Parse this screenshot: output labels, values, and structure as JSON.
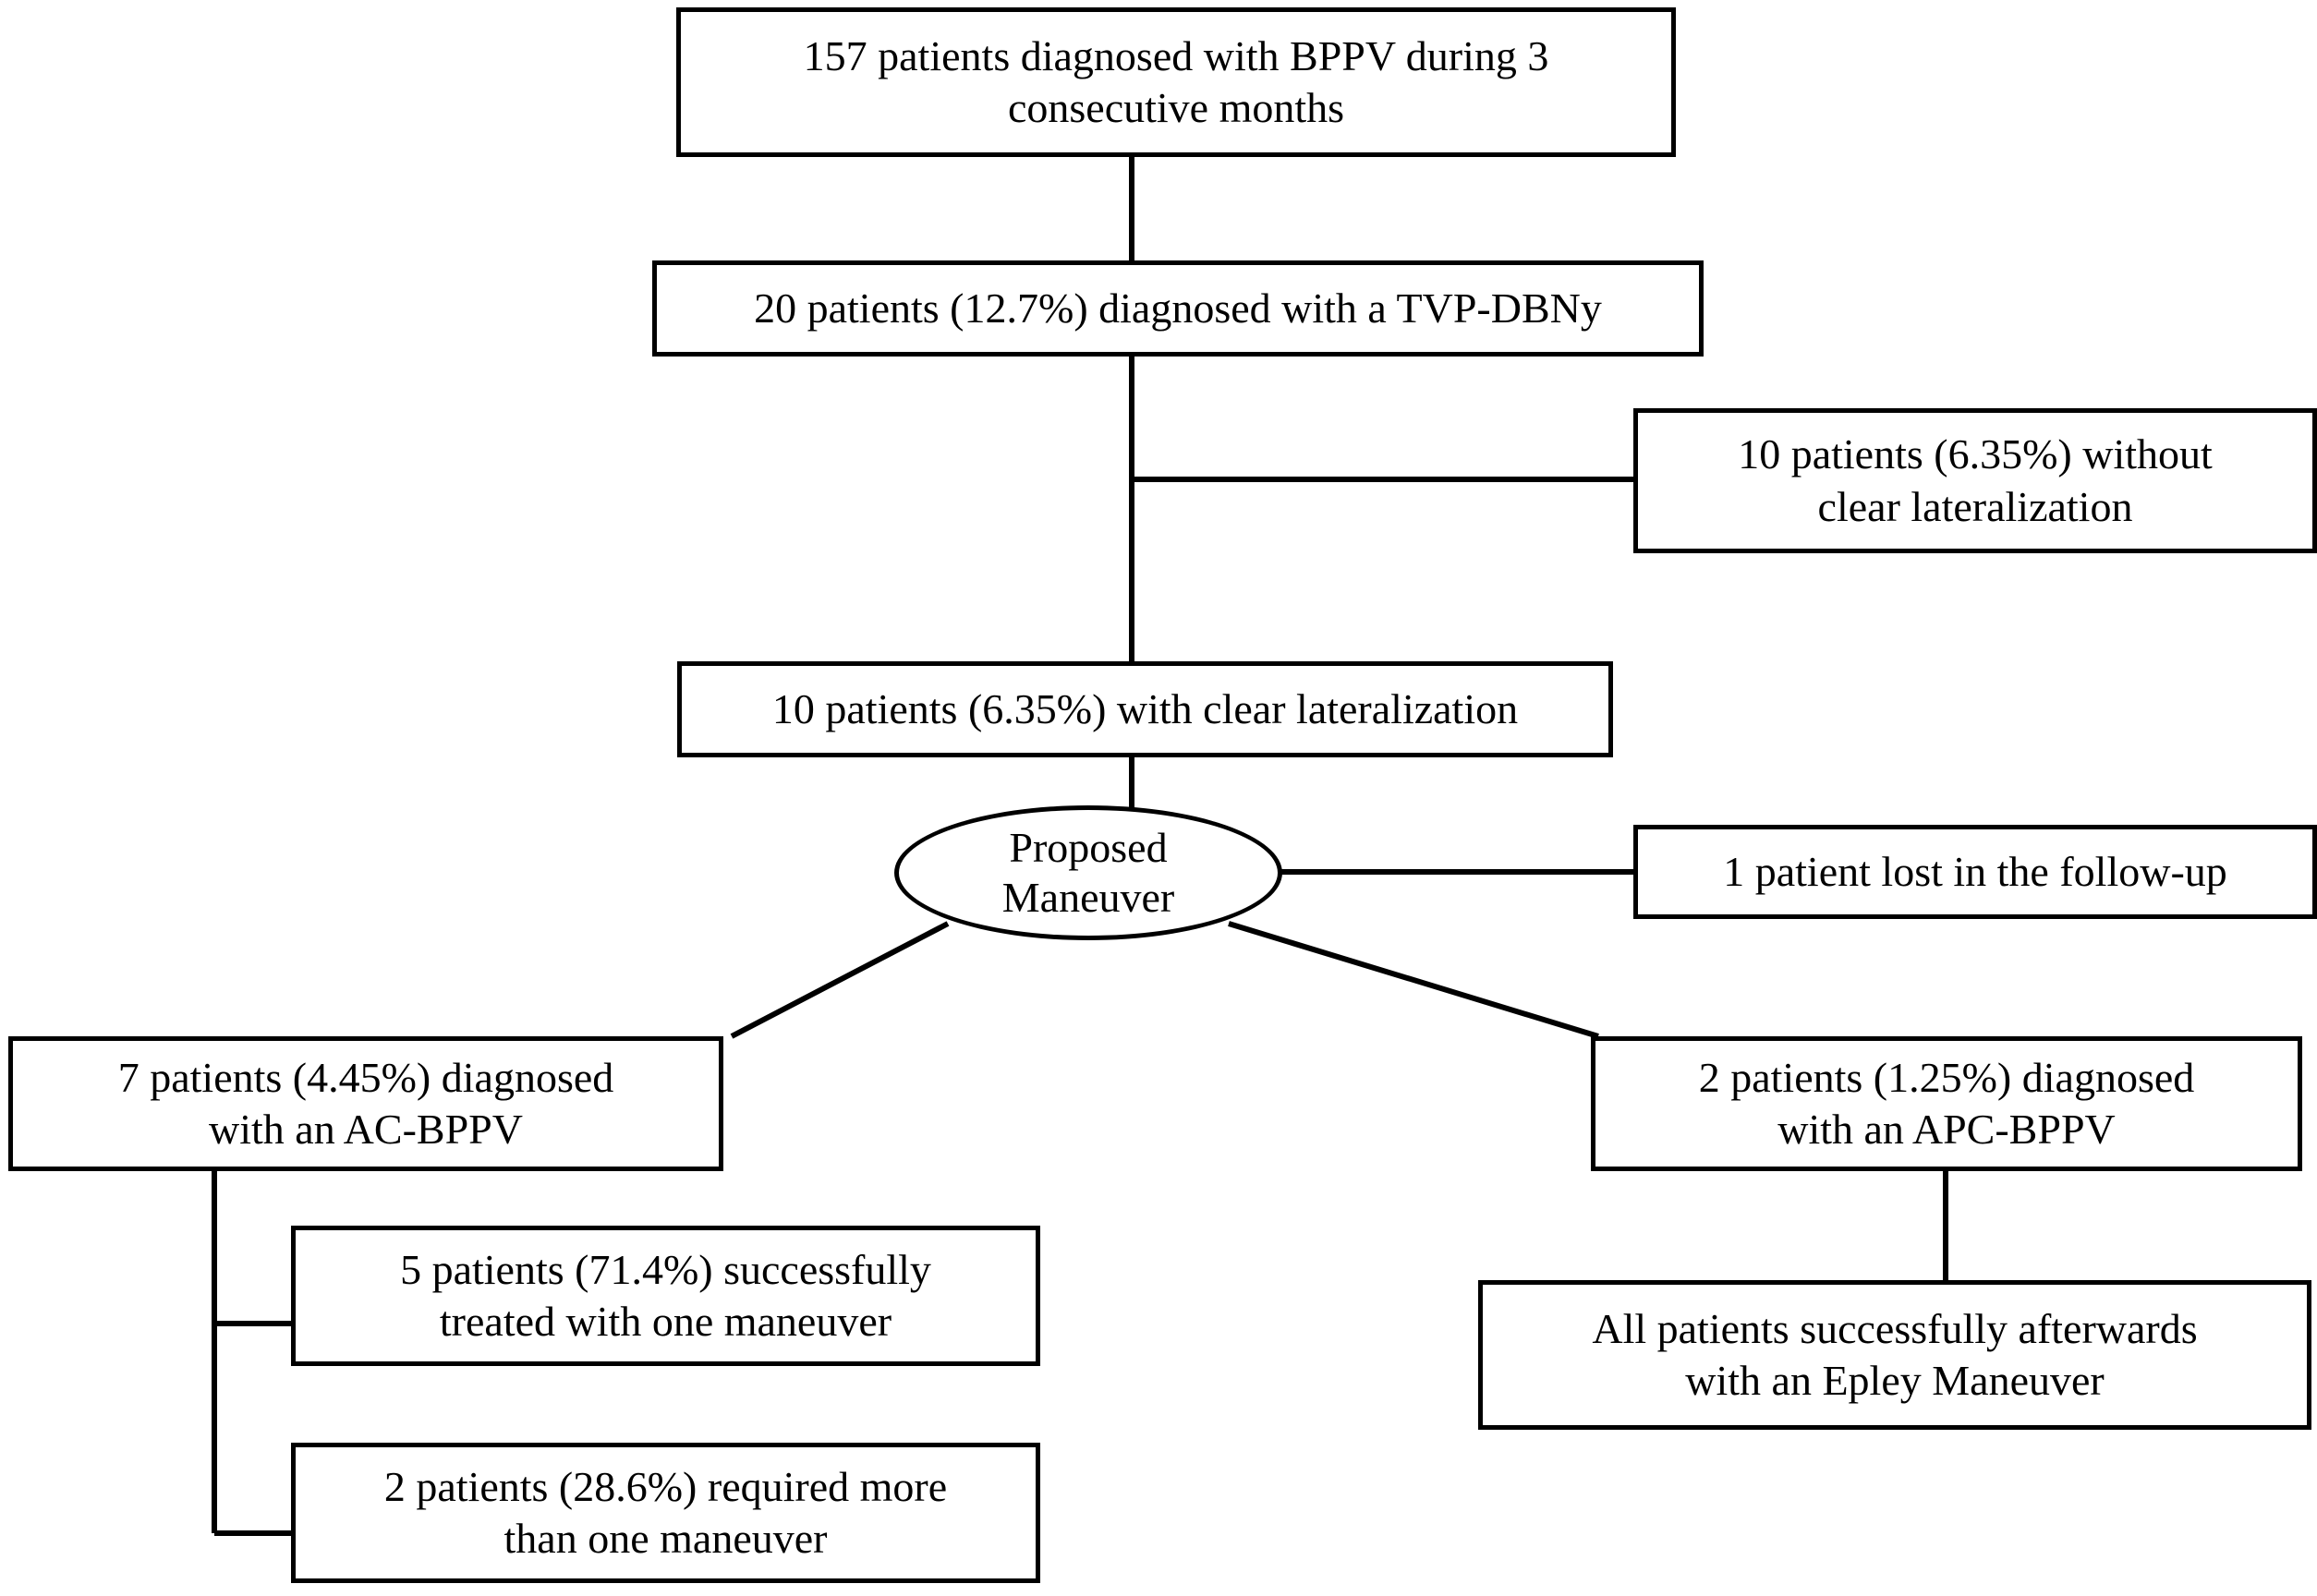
{
  "chart_data": {
    "type": "diagram",
    "title": "BPPV patient flow diagram",
    "nodes": [
      {
        "id": "n1",
        "shape": "rectangle",
        "text": "157 patients diagnosed with BPPV during 3 consecutive months",
        "count": 157,
        "percent": null
      },
      {
        "id": "n2",
        "shape": "rectangle",
        "text": "20 patients (12.7%) diagnosed with a TVP-DBNy",
        "count": 20,
        "percent": 12.7
      },
      {
        "id": "n3",
        "shape": "rectangle",
        "text": "10 patients (6.35%)  without clear lateralization",
        "count": 10,
        "percent": 6.35
      },
      {
        "id": "n4",
        "shape": "rectangle",
        "text": "10 patients (6.35%) with clear lateralization",
        "count": 10,
        "percent": 6.35
      },
      {
        "id": "n5",
        "shape": "ellipse",
        "text": "Proposed Maneuver",
        "count": null,
        "percent": null
      },
      {
        "id": "n6",
        "shape": "rectangle",
        "text": "1 patient lost in the follow-up",
        "count": 1,
        "percent": null
      },
      {
        "id": "n7",
        "shape": "rectangle",
        "text": "7 patients (4.45%) diagnosed with  an AC-BPPV",
        "count": 7,
        "percent": 4.45
      },
      {
        "id": "n8",
        "shape": "rectangle",
        "text": "2 patients (1.25%) diagnosed with an APC-BPPV",
        "count": 2,
        "percent": 1.25
      },
      {
        "id": "n9",
        "shape": "rectangle",
        "text": "5 patients (71.4%) successfully treated with one maneuver",
        "count": 5,
        "percent": 71.4
      },
      {
        "id": "n10",
        "shape": "rectangle",
        "text": "2 patients (28.6%) required more than one maneuver",
        "count": 2,
        "percent": 28.6
      },
      {
        "id": "n11",
        "shape": "rectangle",
        "text": "All patients successfully afterwards with an Epley Maneuver",
        "count": null,
        "percent": null
      }
    ],
    "edges": [
      {
        "from": "n1",
        "to": "n2"
      },
      {
        "from": "n2",
        "to": "n3"
      },
      {
        "from": "n2",
        "to": "n4"
      },
      {
        "from": "n4",
        "to": "n5"
      },
      {
        "from": "n5",
        "to": "n6"
      },
      {
        "from": "n5",
        "to": "n7"
      },
      {
        "from": "n5",
        "to": "n8"
      },
      {
        "from": "n7",
        "to": "n9"
      },
      {
        "from": "n7",
        "to": "n10"
      },
      {
        "from": "n8",
        "to": "n11"
      }
    ]
  },
  "flowchart": {
    "top_box": {
      "line1": "157 patients diagnosed with BPPV during 3",
      "line2": "consecutive months"
    },
    "tvp_box": {
      "text": "20 patients (12.7%) diagnosed with a TVP-DBNy"
    },
    "no_lateralization_box": {
      "line1": "10 patients (6.35%)  without",
      "line2": "clear lateralization"
    },
    "clear_lateralization_box": {
      "text": "10 patients (6.35%) with clear lateralization"
    },
    "maneuver_ellipse": {
      "line1": "Proposed",
      "line2": "Maneuver"
    },
    "lost_followup_box": {
      "text": "1 patient lost in the follow-up"
    },
    "ac_bppv_box": {
      "line1": "7 patients (4.45%) diagnosed",
      "line2": "with  an AC-BPPV"
    },
    "apc_bppv_box": {
      "line1": "2 patients (1.25%) diagnosed",
      "line2": "with an APC-BPPV"
    },
    "one_maneuver_box": {
      "line1": "5 patients (71.4%) successfully",
      "line2": "treated with one maneuver"
    },
    "more_maneuver_box": {
      "line1": "2 patients (28.6%) required more",
      "line2": "than one maneuver"
    },
    "epley_box": {
      "line1": "All patients successfully afterwards",
      "line2": "with an Epley Maneuver"
    }
  },
  "colors": {
    "stroke": "#000000",
    "fill": "#ffffff",
    "text": "#000000"
  }
}
